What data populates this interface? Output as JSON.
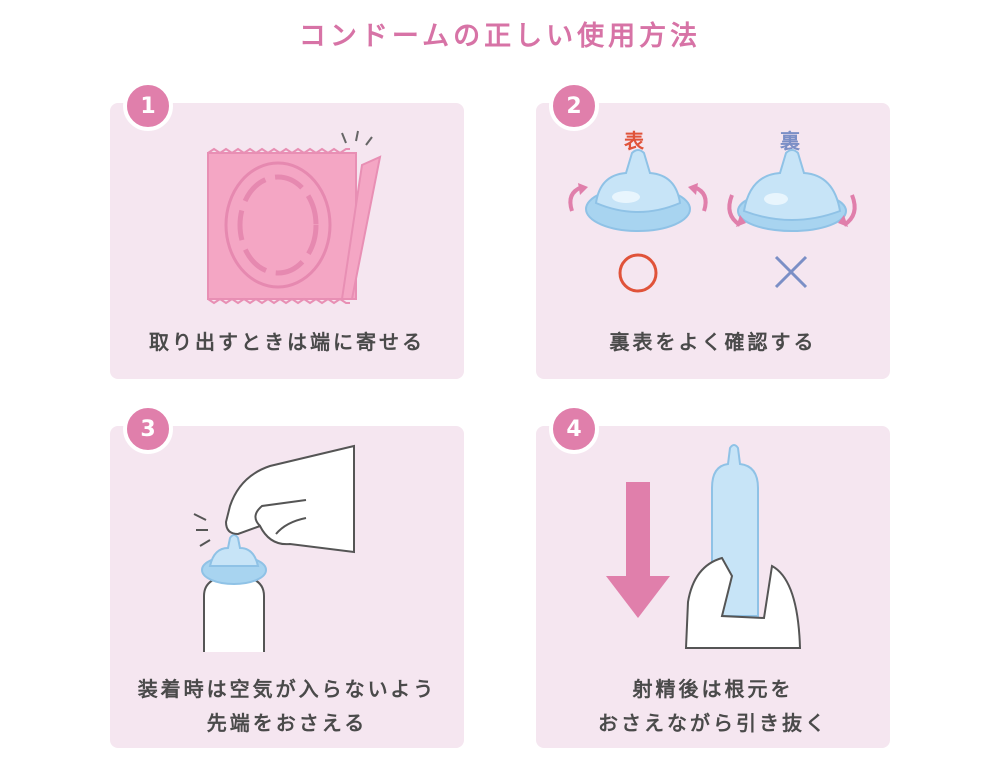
{
  "title": "コンドームの正しい使用方法",
  "colors": {
    "accent": "#e07fab",
    "title": "#d773a6",
    "panel_bg": "#f5e6f0",
    "front_label": "#e0533a",
    "back_label": "#7b8fc6",
    "condom_fill": "#bfe0f5",
    "wrapper": "#f4a6c4"
  },
  "steps": [
    {
      "number": "1",
      "caption_lines": [
        "取り出すときは端に寄せる"
      ]
    },
    {
      "number": "2",
      "caption_lines": [
        "裏表をよく確認する"
      ],
      "front_label": "表",
      "back_label": "裏"
    },
    {
      "number": "3",
      "caption_lines": [
        "装着時は空気が入らないよう",
        "先端をおさえる"
      ]
    },
    {
      "number": "4",
      "caption_lines": [
        "射精後は根元を",
        "おさえながら引き抜く"
      ]
    }
  ]
}
